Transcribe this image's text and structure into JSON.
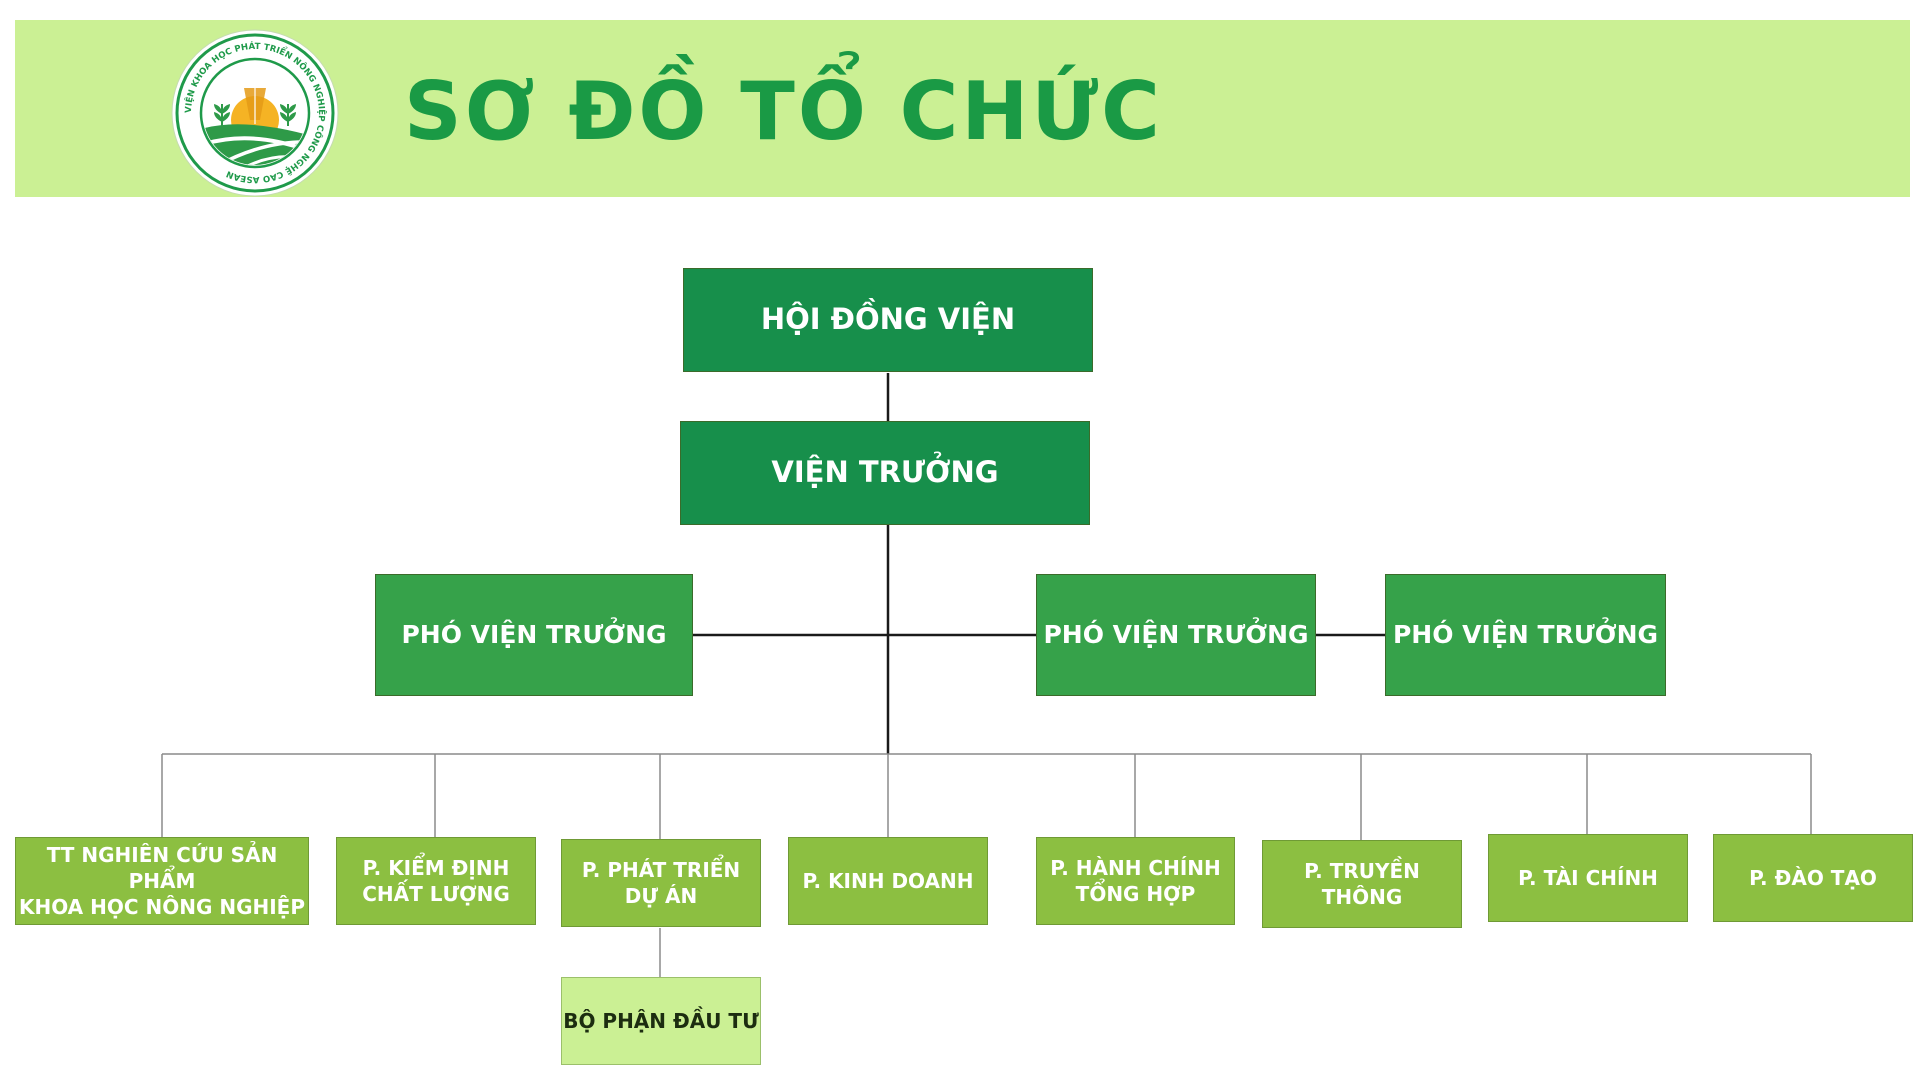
{
  "header": {
    "title": "SƠ ĐỒ TỔ CHỨC",
    "logo_text": "VIỆN KHOA HỌC PHÁT TRIỂN NÔNG NGHIỆP CÔNG NGHỆ CAO ASEAN"
  },
  "colors": {
    "banner": "#cbf094",
    "title": "#1a9a45",
    "level1": "#178f4b",
    "level2": "#36a24a",
    "level3": "#8cbf41",
    "level4": "#cbf094"
  },
  "org": {
    "council": "HỘI ĐỒNG VIỆN",
    "director": "VIỆN TRƯỞNG",
    "deputies": [
      "PHÓ VIỆN TRƯỞNG",
      "PHÓ VIỆN TRƯỞNG",
      "PHÓ VIỆN TRƯỞNG"
    ],
    "departments": [
      [
        "TT NGHIÊN CỨU SẢN PHẨM",
        "KHOA HỌC NÔNG NGHIỆP"
      ],
      [
        "P. KIỂM ĐỊNH",
        "CHẤT LƯỢNG"
      ],
      [
        "P. PHÁT TRIỂN",
        "DỰ ÁN"
      ],
      [
        "P. KINH DOANH"
      ],
      [
        "P. HÀNH CHÍNH",
        "TỔNG HỢP"
      ],
      [
        "P. TRUYỀN",
        "THÔNG"
      ],
      [
        "P. TÀI CHÍNH"
      ],
      [
        "P. ĐÀO TẠO"
      ]
    ],
    "sub_unit": "BỘ PHẬN ĐẦU TƯ"
  }
}
